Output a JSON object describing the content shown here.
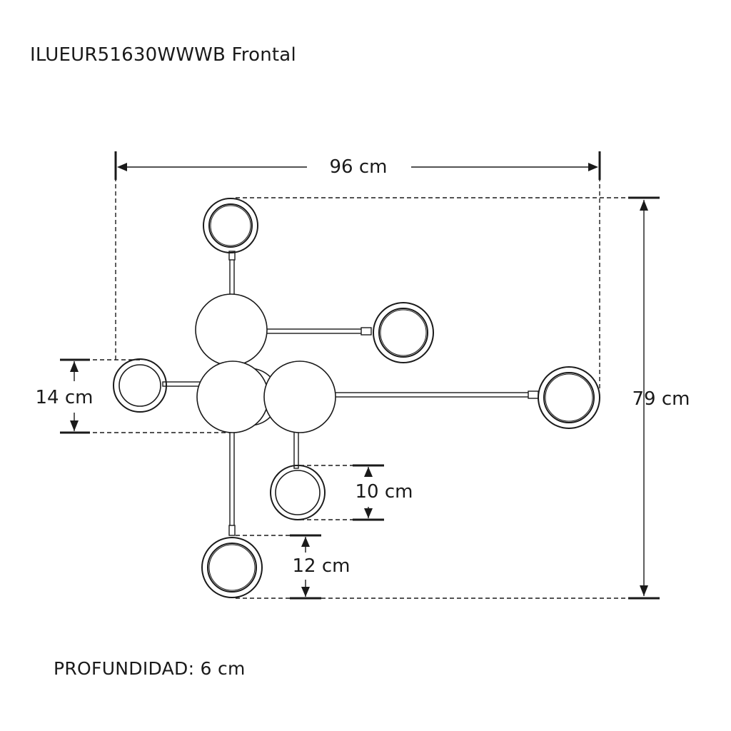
{
  "title": "ILUEUR51630WWWB Frontal",
  "footer": "PROFUNDIDAD: 6 cm",
  "dimensions": {
    "width": "96 cm",
    "height": "79 cm",
    "left_ring": "14 cm",
    "small_ring": "10 cm",
    "bottom_ring": "12 cm"
  },
  "colors": {
    "line": "#1a1a1a"
  }
}
